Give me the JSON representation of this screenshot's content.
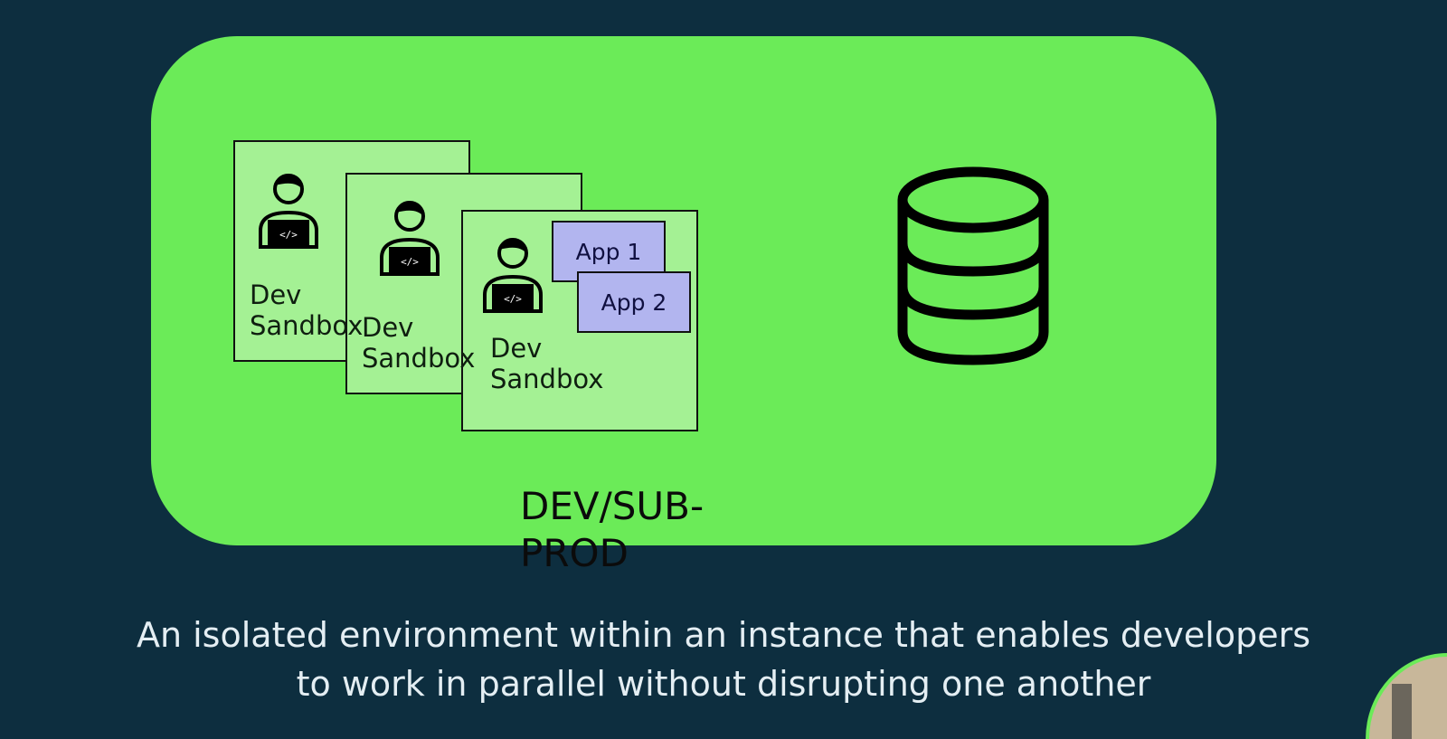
{
  "environment": {
    "label": "DEV/SUB-PROD",
    "color": "#6beb58"
  },
  "sandboxes": [
    {
      "label": "Dev\nSandbox"
    },
    {
      "label": "Dev\nSandbox"
    },
    {
      "label": "Dev\nSandbox"
    }
  ],
  "apps": [
    {
      "label": "App 1"
    },
    {
      "label": "App 2"
    }
  ],
  "icons": {
    "developer": "developer-laptop-icon",
    "database": "database-icon"
  },
  "caption": {
    "line1": "An isolated environment within an instance that enables developers",
    "line2": "to work in parallel without disrupting one another"
  }
}
